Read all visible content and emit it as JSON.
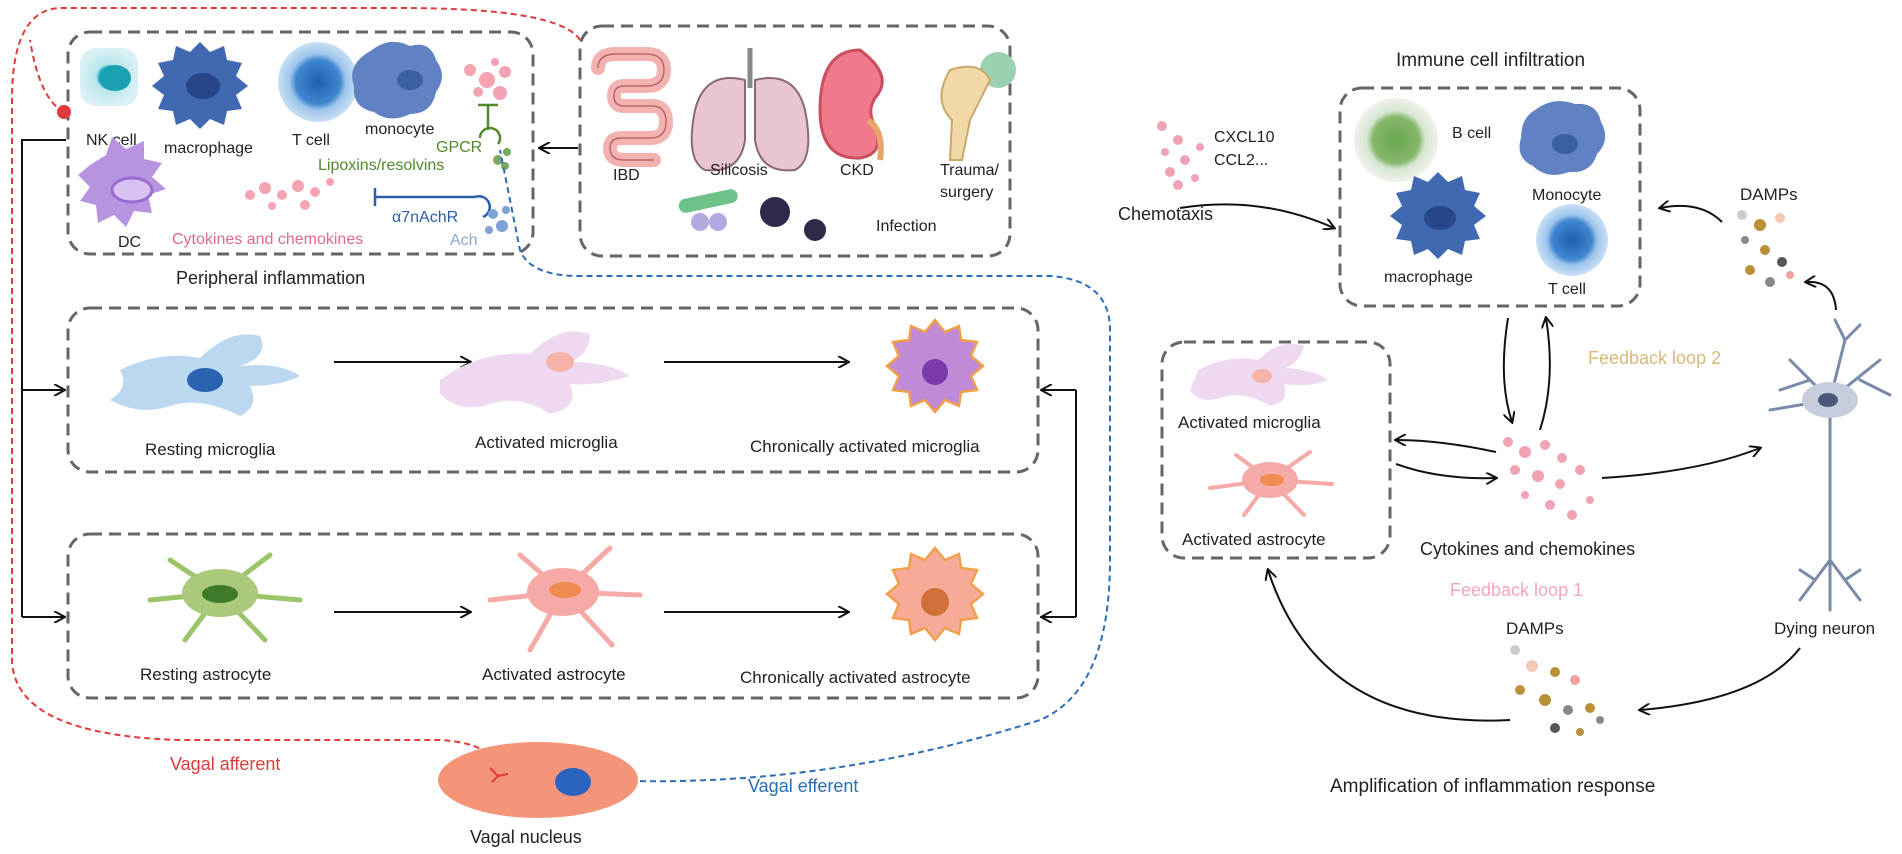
{
  "peripheral": {
    "title": "Peripheral inflammation",
    "nk_cell": "NK cell",
    "macrophage": "macrophage",
    "t_cell": "T cell",
    "monocyte": "monocyte",
    "dc": "DC",
    "gpcr": "GPCR",
    "lipoxins": "Lipoxins/resolvins",
    "a7nachr": "α7nAchR",
    "ach": "Ach",
    "cytokines": "Cytokines and chemokines"
  },
  "diseases": {
    "ibd": "IBD",
    "silicosis": "Silicosis",
    "ckd": "CKD",
    "trauma": "Trauma/",
    "surgery": "surgery",
    "infection": "Infection"
  },
  "microglia": {
    "resting": "Resting microglia",
    "activated": "Activated microglia",
    "chronic": "Chronically activated microglia"
  },
  "astrocyte": {
    "resting": "Resting astrocyte",
    "activated": "Activated astrocyte",
    "chronic": "Chronically activated astrocyte"
  },
  "vagal": {
    "afferent": "Vagal afferent",
    "efferent": "Vagal efferent",
    "nucleus": "Vagal nucleus"
  },
  "right": {
    "immune_title": "Immune cell infiltration",
    "cxcl10": "CXCL10",
    "ccl2": "CCL2...",
    "chemotaxis": "Chemotaxis",
    "b_cell": "B cell",
    "monocyte": "Monocyte",
    "macrophage": "macrophage",
    "t_cell": "T cell",
    "damps_top": "DAMPs",
    "feedback2": "Feedback loop 2",
    "act_microglia": "Activated microglia",
    "act_astrocyte": "Activated astrocyte",
    "cytokines": "Cytokines and chemokines",
    "feedback1": "Feedback loop 1",
    "damps_bottom": "DAMPs",
    "dying_neuron": "Dying neuron",
    "amplification": "Amplification of inflammation response"
  },
  "colors": {
    "afferent": "#e03a3a",
    "efferent": "#2a6db5",
    "feedback1": "#f2a6b9",
    "feedback2": "#d9b87a",
    "cytokine_text": "#e06a8c",
    "lipoxin_text": "#4f8a2b",
    "a7_text": "#2a5ea8"
  },
  "icons": [
    "nk-cell-icon",
    "macrophage-icon",
    "t-cell-icon",
    "monocyte-icon",
    "dc-icon",
    "intestine-icon",
    "lung-icon",
    "kidney-icon",
    "femur-icon",
    "virus-icon",
    "microglia-icon",
    "astrocyte-icon",
    "neuron-icon",
    "b-cell-icon"
  ]
}
